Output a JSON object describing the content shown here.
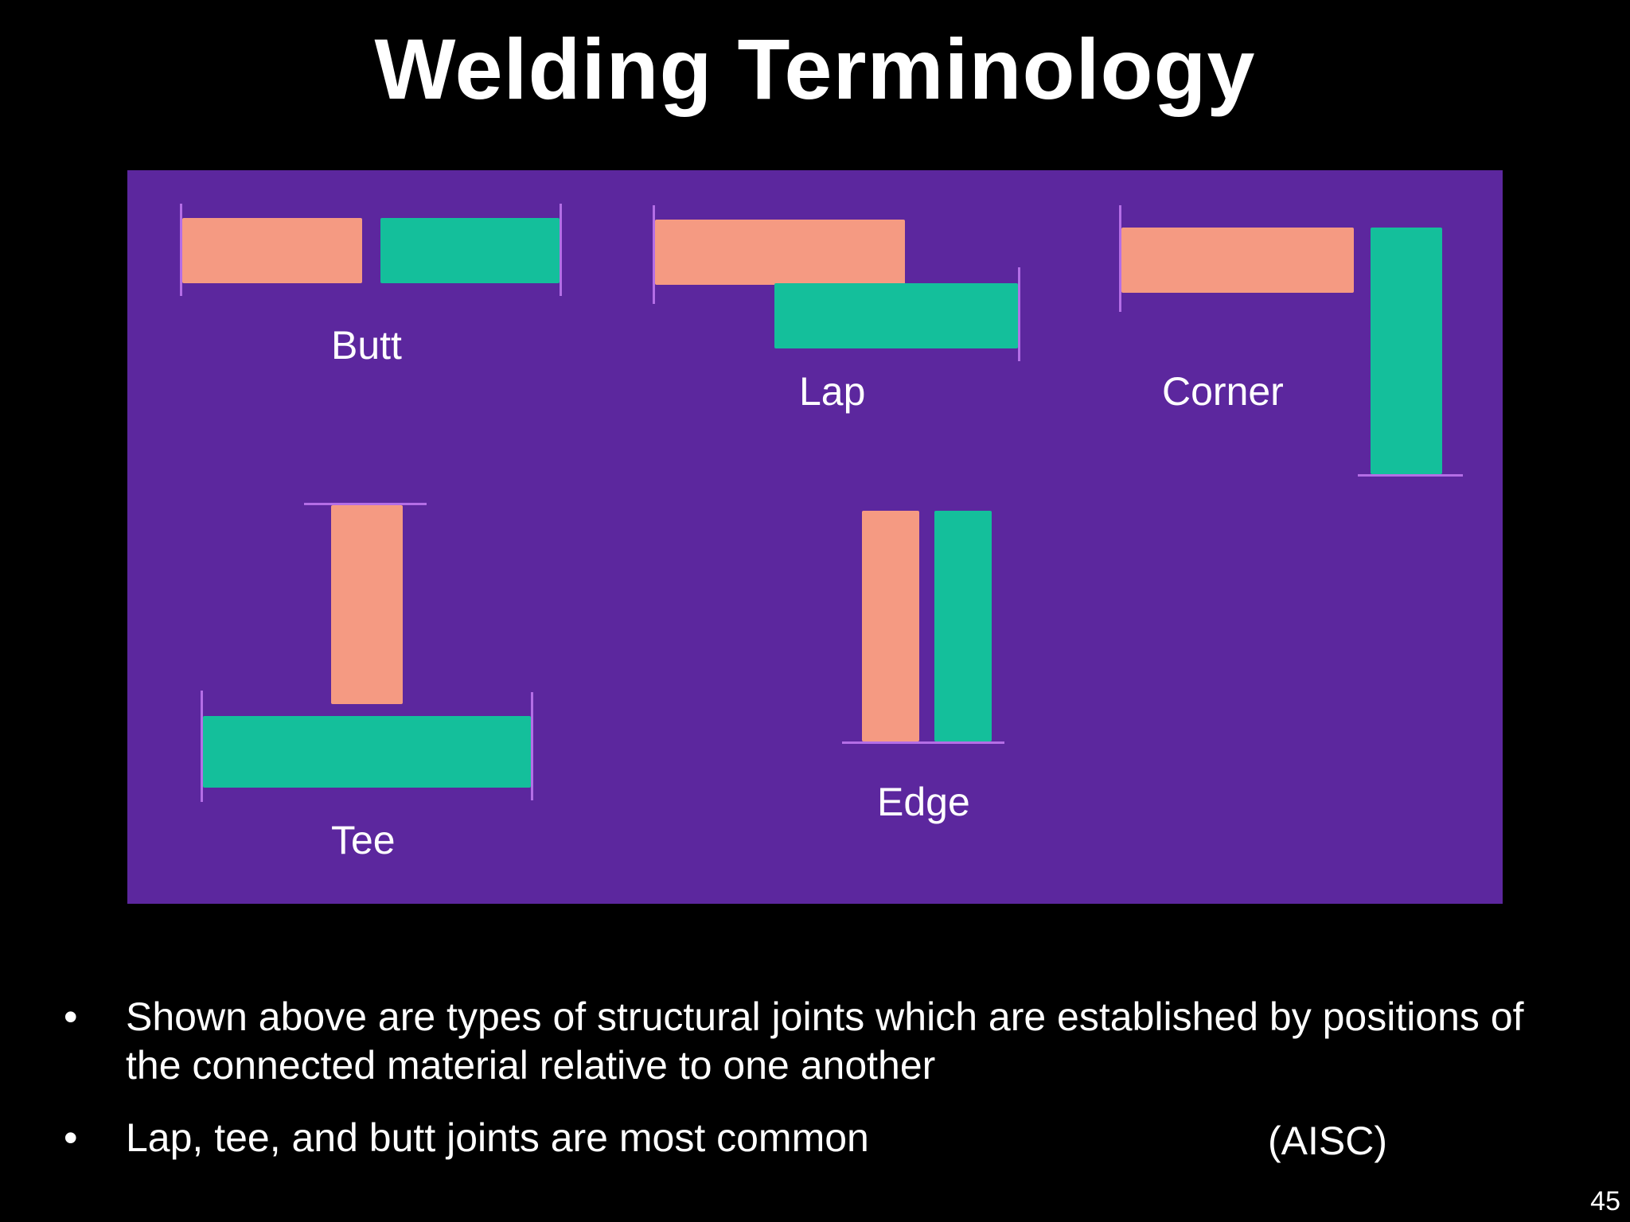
{
  "title": "Welding Terminology",
  "colors": {
    "background": "#000000",
    "panel": "#5c279e",
    "plate_a": "#f59a82",
    "plate_b": "#14bf9b",
    "text": "#ffffff"
  },
  "diagram": {
    "joints": [
      {
        "label": "Butt"
      },
      {
        "label": "Lap"
      },
      {
        "label": "Corner"
      },
      {
        "label": "Tee"
      },
      {
        "label": "Edge"
      }
    ]
  },
  "bullets": [
    {
      "marker": "•",
      "text": "Shown above are types of structural joints which are established by positions of the connected material relative to one another"
    },
    {
      "marker": "•",
      "text": "Lap, tee, and butt joints are most common"
    }
  ],
  "source": "(AISC)",
  "page_number": "45"
}
